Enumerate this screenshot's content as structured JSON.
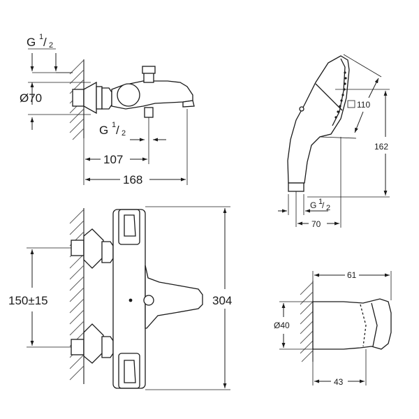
{
  "top_left_view": {
    "thread_top": {
      "base": "G",
      "num": "1",
      "den": "2"
    },
    "diameter": "Ø70",
    "thread_bottom": {
      "base": "G",
      "num": "1",
      "den": "2"
    },
    "dim_107": "107",
    "dim_168": "168"
  },
  "hand_shower_view": {
    "dim_110": "110",
    "dim_162": "162",
    "thread": {
      "base": "G",
      "num": "1",
      "den": "2"
    },
    "dim_70": "70"
  },
  "front_view": {
    "dim_150": "150±15",
    "dim_304": "304"
  },
  "holder_view": {
    "dim_61": "61",
    "diameter": "Ø40",
    "dim_43": "43"
  }
}
